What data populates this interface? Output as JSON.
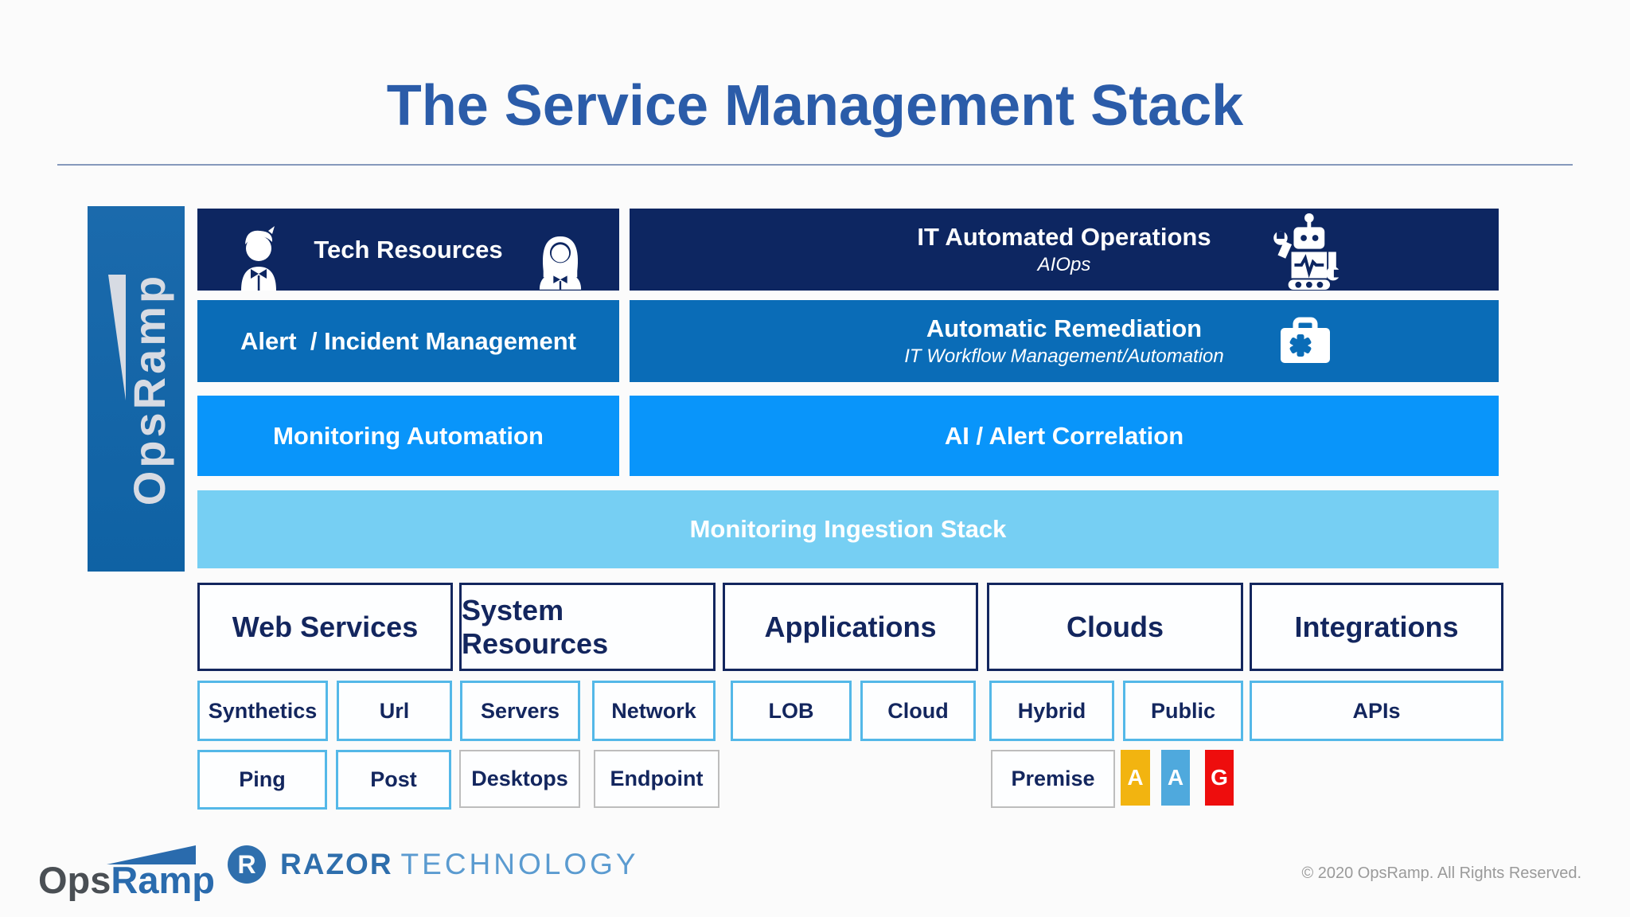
{
  "page": {
    "title": "The Service Management Stack"
  },
  "sidebar": {
    "brand": "OpsRamp"
  },
  "stack": {
    "tech_resources": "Tech Resources",
    "it_automated_operations": "IT Automated Operations",
    "aiops_subtitle": "AIOps",
    "alert_incident": "Alert  / Incident Management",
    "automatic_remediation": "Automatic Remediation",
    "workflow_subtitle": "IT Workflow Management/Automation",
    "monitoring_automation": "Monitoring Automation",
    "ai_alert_correlation": "AI / Alert Correlation",
    "monitoring_ingestion": "Monitoring Ingestion Stack"
  },
  "categories": [
    {
      "label": "Web Services"
    },
    {
      "label": "System Resources"
    },
    {
      "label": "Applications"
    },
    {
      "label": "Clouds"
    },
    {
      "label": "Integrations"
    }
  ],
  "subrow1": [
    {
      "label": "Synthetics"
    },
    {
      "label": "Url"
    },
    {
      "label": "Servers"
    },
    {
      "label": "Network"
    },
    {
      "label": "LOB"
    },
    {
      "label": "Cloud"
    },
    {
      "label": "Hybrid"
    },
    {
      "label": "Public"
    },
    {
      "label": "APIs"
    }
  ],
  "subrow2": [
    {
      "label": "Ping"
    },
    {
      "label": "Post"
    },
    {
      "label": "Desktops"
    },
    {
      "label": "Endpoint"
    },
    {
      "label": "Premise"
    }
  ],
  "cloud_tiles": [
    {
      "letter": "A",
      "color": "#F2B410"
    },
    {
      "letter": "A",
      "color": "#4FA9DD"
    },
    {
      "letter": "G",
      "color": "#EE0D0D"
    }
  ],
  "footer": {
    "opsramp_ops": "Ops",
    "opsramp_ramp": "Ramp",
    "razor_initial": "R",
    "razor_name": "RAZOR",
    "razor_word": "TECHNOLOGY",
    "copyright": "© 2020 OpsRamp. All Rights Reserved."
  },
  "icons": {
    "man_avatar": "man-avatar-icon",
    "woman_avatar": "woman-avatar-icon",
    "robot": "robot-icon",
    "first_aid_kit": "first-aid-kit-icon",
    "ramp_wedge": "ramp-wedge-icon",
    "razor_circle": "razor-circle-icon"
  },
  "colors": {
    "title": "#2B5CA9",
    "row_navy": "#0D2661",
    "row_blue": "#0A6CB7",
    "row_bright": "#0995FA",
    "row_light": "#76CFF3",
    "sidebar_bar": "#1565A8",
    "border_navy": "#13265E",
    "border_light_blue": "#54B8E8",
    "border_gray": "#BDBDBD",
    "tile_amber": "#F2B410",
    "tile_sky": "#4FA9DD",
    "tile_red": "#EE0D0D"
  }
}
